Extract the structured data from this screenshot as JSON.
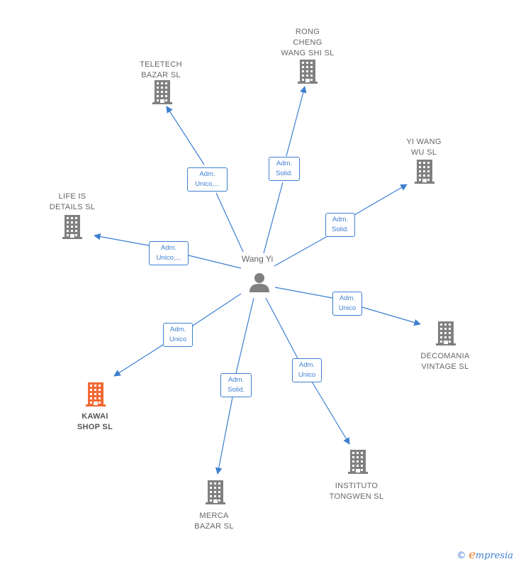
{
  "center": {
    "name": "Wang Yi",
    "icon": "person-icon"
  },
  "colors": {
    "edge": "#3d7fd1",
    "building": "#808080",
    "highlight": "#f06a35"
  },
  "companies": [
    {
      "id": "teletech",
      "name": "TELETECH\nBAZAR  SL",
      "role": "Adm.\nUnico,...",
      "highlight": false
    },
    {
      "id": "rong",
      "name": "RONG\nCHENG\nWANG SHI SL",
      "role": "Adm.\nSolid.",
      "highlight": false
    },
    {
      "id": "yiwang",
      "name": "YI WANG\nWU  SL",
      "role": "Adm.\nSolid.",
      "highlight": false
    },
    {
      "id": "life",
      "name": "LIFE IS\nDETAILS  SL",
      "role": "Adm.\nUnico,...",
      "highlight": false
    },
    {
      "id": "decomania",
      "name": "DECOMANIA\nVINTAGE  SL",
      "role": "Adm.\nUnico",
      "highlight": false
    },
    {
      "id": "kawai",
      "name": "KAWAI\nSHOP  SL",
      "role": "Adm.\nUnico",
      "highlight": true
    },
    {
      "id": "merca",
      "name": "MERCA\nBAZAR SL",
      "role": "Adm.\nSolid.",
      "highlight": false
    },
    {
      "id": "instituto",
      "name": "INSTITUTO\nTONGWEN  SL",
      "role": "Adm.\nUnico",
      "highlight": false
    }
  ],
  "footer": {
    "copyright": "©",
    "brand_initial": "e",
    "brand_rest": "mpresia"
  }
}
